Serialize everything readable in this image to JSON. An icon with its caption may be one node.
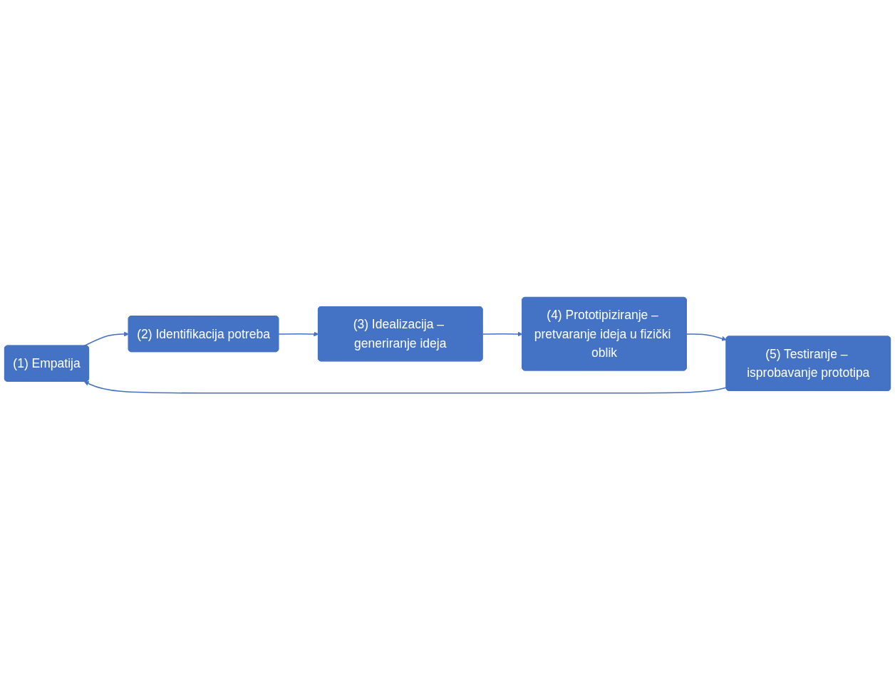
{
  "diagram": {
    "nodes": [
      {
        "text": [
          "(1) Empatija"
        ]
      },
      {
        "text": [
          "(2) Identifikacija potreba"
        ]
      },
      {
        "text": [
          "(3) Idealizacija – generiranje ideja"
        ]
      },
      {
        "text": [
          "(4) Prototipiziranje – pretvaranje ideja u fizički oblik"
        ]
      },
      {
        "text": [
          "(5) Testiranje – isprobavanje prototipa"
        ]
      }
    ],
    "edges": [
      {
        "from": 0,
        "to": 1,
        "arrow": "to"
      },
      {
        "from": 1,
        "to": 2,
        "arrow": "to"
      },
      {
        "from": 2,
        "to": 3,
        "arrow": "to"
      },
      {
        "from": 3,
        "to": 4,
        "arrow": "to"
      },
      {
        "from": 4,
        "to": 0,
        "arrow": "to"
      }
    ]
  }
}
